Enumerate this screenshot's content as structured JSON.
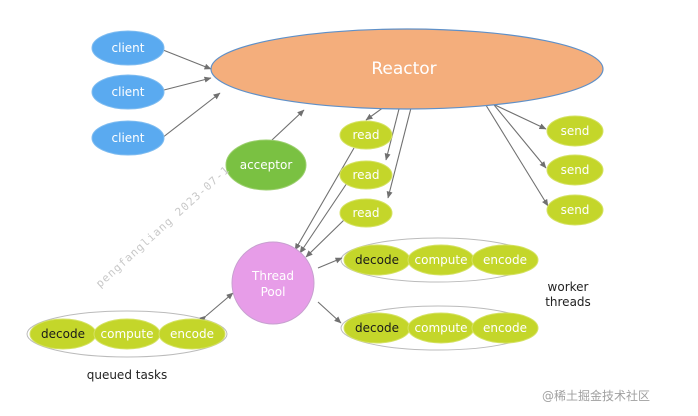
{
  "reactor": {
    "label": "Reactor"
  },
  "clients": [
    {
      "label": "client"
    },
    {
      "label": "client"
    },
    {
      "label": "client"
    }
  ],
  "acceptor": {
    "label": "acceptor"
  },
  "reads": [
    {
      "label": "read"
    },
    {
      "label": "read"
    },
    {
      "label": "read"
    }
  ],
  "sends": [
    {
      "label": "send"
    },
    {
      "label": "send"
    },
    {
      "label": "send"
    }
  ],
  "thread_pool": {
    "line1": "Thread",
    "line2": "Pool"
  },
  "worker_row_1": [
    {
      "label": "decode"
    },
    {
      "label": "compute"
    },
    {
      "label": "encode"
    }
  ],
  "worker_row_2": [
    {
      "label": "decode"
    },
    {
      "label": "compute"
    },
    {
      "label": "encode"
    }
  ],
  "queued_row": [
    {
      "label": "decode"
    },
    {
      "label": "compute"
    },
    {
      "label": "encode"
    }
  ],
  "captions": {
    "worker_line1": "worker",
    "worker_line2": "threads",
    "queued": "queued tasks"
  },
  "watermark": "pengfangliang 2023-07-1",
  "footer": "@稀土掘金技术社区",
  "colors": {
    "reactor": "#f4ae7c",
    "client": "#5aaaf0",
    "acceptor": "#7ac142",
    "task": "#c4d62a",
    "thread_pool": "#e79de8"
  }
}
